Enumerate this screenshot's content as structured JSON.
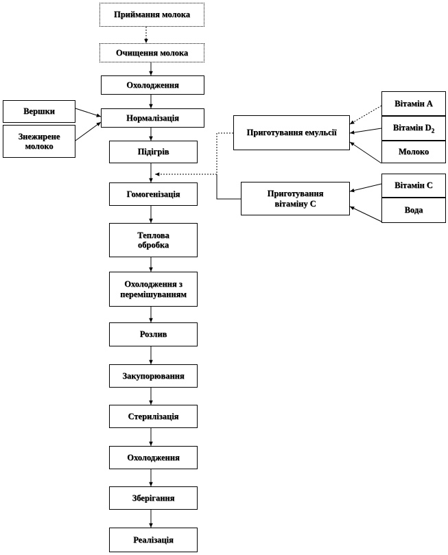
{
  "nodes": {
    "prijmannia": "Приймання молока",
    "ochyshchennia": "Очищення молока",
    "okholodzhennia1": "Охолодження",
    "normalizatsiia": "Нормалізація",
    "pidigriv": "Підігрів",
    "gomogenizatsiia": "Гомогенізація",
    "teplova_obrobka": "Теплова обробка",
    "okholodzhennia_peremishuvanniam": "Охолодження з перемішуванням",
    "rozlyv": "Розлив",
    "zakuporiuvannia": "Закупорювання",
    "sterylizatsiia": "Стерилізація",
    "okholodzhennia2": "Охолодження",
    "zberigannia": "Зберігання",
    "realizatsiia": "Реалізація",
    "vershky": "Вершки",
    "znezhyrene_moloko": "Знежирене молоко",
    "pryhotuvannia_emulsii": "Приготування емульсії",
    "pryhotuvannia_vitaminu_c": "Приготування вітаміну С",
    "vitamin_a": "Вітамін  А",
    "vitamin_d2_base": "Вітамін  D",
    "vitamin_d2_sub": "2",
    "moloko": "Молоко",
    "vitamin_c": "Вітамін  С",
    "voda": "Вода"
  }
}
